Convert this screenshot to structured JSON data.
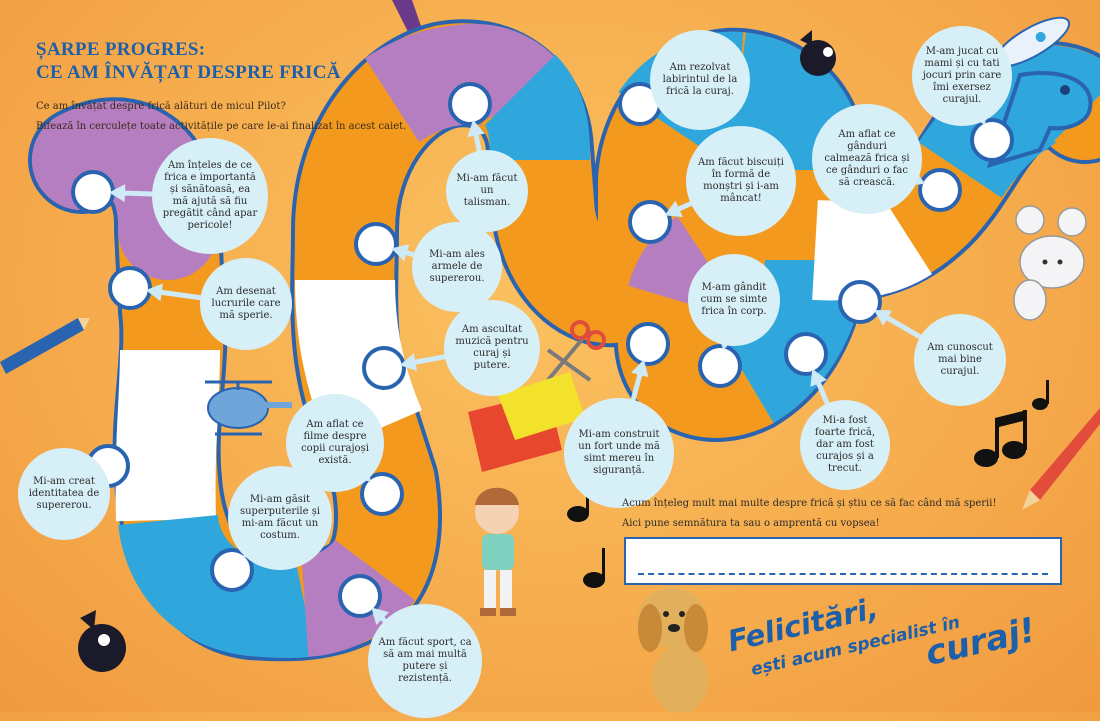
{
  "title_line1": "ȘARPE PROGRES:",
  "title_line2": "CE AM ÎNVĂȚAT DESPRE FRICĂ",
  "intro_line1": "Ce am învățat despre frică alături de micul Pilot?",
  "intro_line2": "Bifează în cerculețe toate activitățile pe care le-ai finalizat în acest caiet.",
  "activities": [
    "Am înțeles de ce frica e importantă și sănătoasă, ea mă ajută să fiu pregătit când apar pericole!",
    "Am desenat lucrurile care mă sperie.",
    "Mi-am creat identitatea de supererou.",
    "Mi-am găsit superputerile și mi-am făcut un costum.",
    "Am făcut sport, ca să am mai multă putere și rezistență.",
    "Am aflat ce filme despre copii curajoși există.",
    "Am ascultat muzică pentru curaj și putere.",
    "Mi-am ales armele de supererou.",
    "Mi-am făcut un talisman.",
    "Am rezolvat labirintul de la frică la curaj.",
    "Am făcut biscuiți în formă de monștri și i-am mâncat!",
    "Mi-am construit un fort unde mă simt mereu în siguranță.",
    "M-am gândit cum se simte frica în corp.",
    "Mi-a fost foarte frică, dar am fost curajos și a trecut.",
    "Am cunoscut mai bine curajul.",
    "Am aflat ce gânduri calmează frica și ce gânduri o fac să crească.",
    "M-am jucat cu mami și cu tati jocuri prin care îmi exersez curajul."
  ],
  "bottom_line1": "Acum înțeleg mult mai multe despre frică și știu ce să fac când mă sperii!",
  "bottom_line2": "Aici pune semnătura ta sau o amprentă cu vopsea!",
  "congrats_1": "Felicitări,",
  "congrats_2": "ești acum specialist în",
  "congrats_3": "curaj!",
  "colors": {
    "title": "#1d5fa8",
    "background": "#f6ad4e",
    "snake_purple": "#b57ec0",
    "snake_orange": "#f39a1e",
    "snake_white": "#ffffff",
    "snake_blue": "#2fa6dc",
    "outline": "#2a64b0",
    "bubble": "#d7eff7",
    "arrow": "#cdeaf6"
  },
  "decorations": [
    "pencil-purple-icon",
    "crow-icon",
    "rocket-icon",
    "pencil-blue-icon",
    "helicopter-icon",
    "scissors-icon",
    "paper-sheets-icon",
    "mouse-icon",
    "music-note-icon",
    "pencil-red-icon",
    "boy-pilot-icon",
    "dog-icon"
  ]
}
